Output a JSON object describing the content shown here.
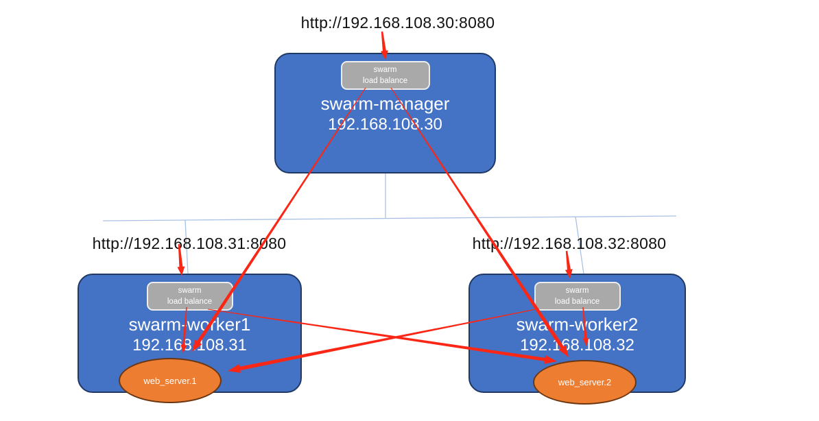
{
  "diagram": {
    "title": "docker swarm load-balancing diagram",
    "colors": {
      "node_fill": "#4472C4",
      "node_border": "#1F3864",
      "lb_fill": "#A9A9A9",
      "lb_border": "#EDEDED",
      "service_fill": "#ED7D31",
      "service_border": "#6B3611",
      "arrow": "#FB2716",
      "network_line": "#A9C1E4",
      "url_text": "#111111",
      "node_text": "#FFFFFF"
    },
    "urls": {
      "manager": "http://192.168.108.30:8080",
      "worker1": "http://192.168.108.31:8080",
      "worker2": "http://192.168.108.32:8080"
    },
    "nodes": {
      "manager": {
        "name": "swarm-manager",
        "ip": "192.168.108.30",
        "lb": {
          "line1": "swarm",
          "line2": "load balance"
        }
      },
      "worker1": {
        "name": "swarm-worker1",
        "ip": "192.168.108.31",
        "lb": {
          "line1": "swarm",
          "line2": "load balance"
        }
      },
      "worker2": {
        "name": "swarm-worker2",
        "ip": "192.168.108.32",
        "lb": {
          "line1": "swarm",
          "line2": "load balance"
        }
      }
    },
    "services": {
      "web1": {
        "label": "web_server.1"
      },
      "web2": {
        "label": "web_server.2"
      }
    },
    "connections": [
      {
        "id": "u1",
        "from": "client-url-manager",
        "to": "manager-load-balancer"
      },
      {
        "id": "u2",
        "from": "client-url-worker1",
        "to": "worker1-load-balancer"
      },
      {
        "id": "u3",
        "from": "client-url-worker2",
        "to": "worker2-load-balancer"
      },
      {
        "id": "m1",
        "from": "manager-load-balancer",
        "to": "web-server-1"
      },
      {
        "id": "m2",
        "from": "manager-load-balancer",
        "to": "web-server-2"
      },
      {
        "id": "v1",
        "from": "worker1-load-balancer",
        "to": "web-server-1"
      },
      {
        "id": "v2",
        "from": "worker2-load-balancer",
        "to": "web-server-2"
      },
      {
        "id": "x1",
        "from": "worker1-load-balancer",
        "to": "web-server-2"
      },
      {
        "id": "x2",
        "from": "worker2-load-balancer",
        "to": "web-server-1"
      }
    ],
    "network_links": [
      {
        "id": "lan-bus"
      },
      {
        "id": "manager-uplink"
      },
      {
        "id": "worker1-uplink"
      },
      {
        "id": "worker2-uplink"
      }
    ]
  }
}
